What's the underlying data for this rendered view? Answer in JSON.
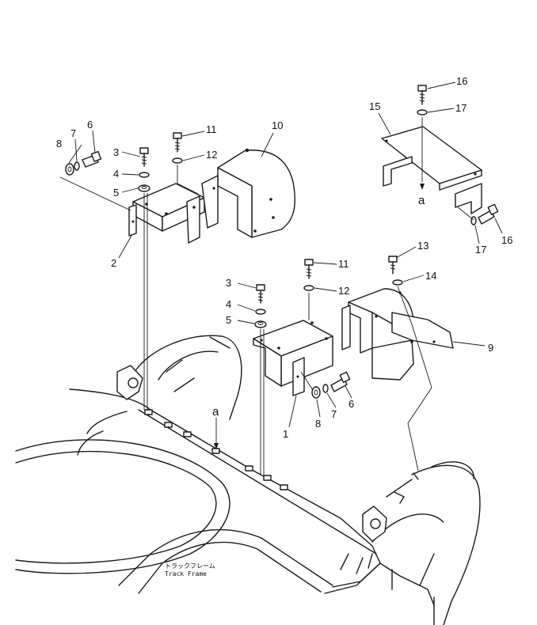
{
  "callouts": {
    "c1": "1",
    "c2": "2",
    "c3a": "3",
    "c3b": "3",
    "c4a": "4",
    "c4b": "4",
    "c5a": "5",
    "c5b": "5",
    "c6a": "6",
    "c6b": "6",
    "c7a": "7",
    "c7b": "7",
    "c8a": "8",
    "c8b": "8",
    "c9": "9",
    "c10": "10",
    "c11a": "11",
    "c11b": "11",
    "c12a": "12",
    "c12b": "12",
    "c13": "13",
    "c14": "14",
    "c15": "15",
    "c16a": "16",
    "c16b": "16",
    "c17a": "17",
    "c17b": "17"
  },
  "refs": {
    "a_top": "a",
    "a_bottom": "a"
  },
  "frame_label": {
    "jp": "トラックフレーム",
    "en": "Track Frame"
  }
}
